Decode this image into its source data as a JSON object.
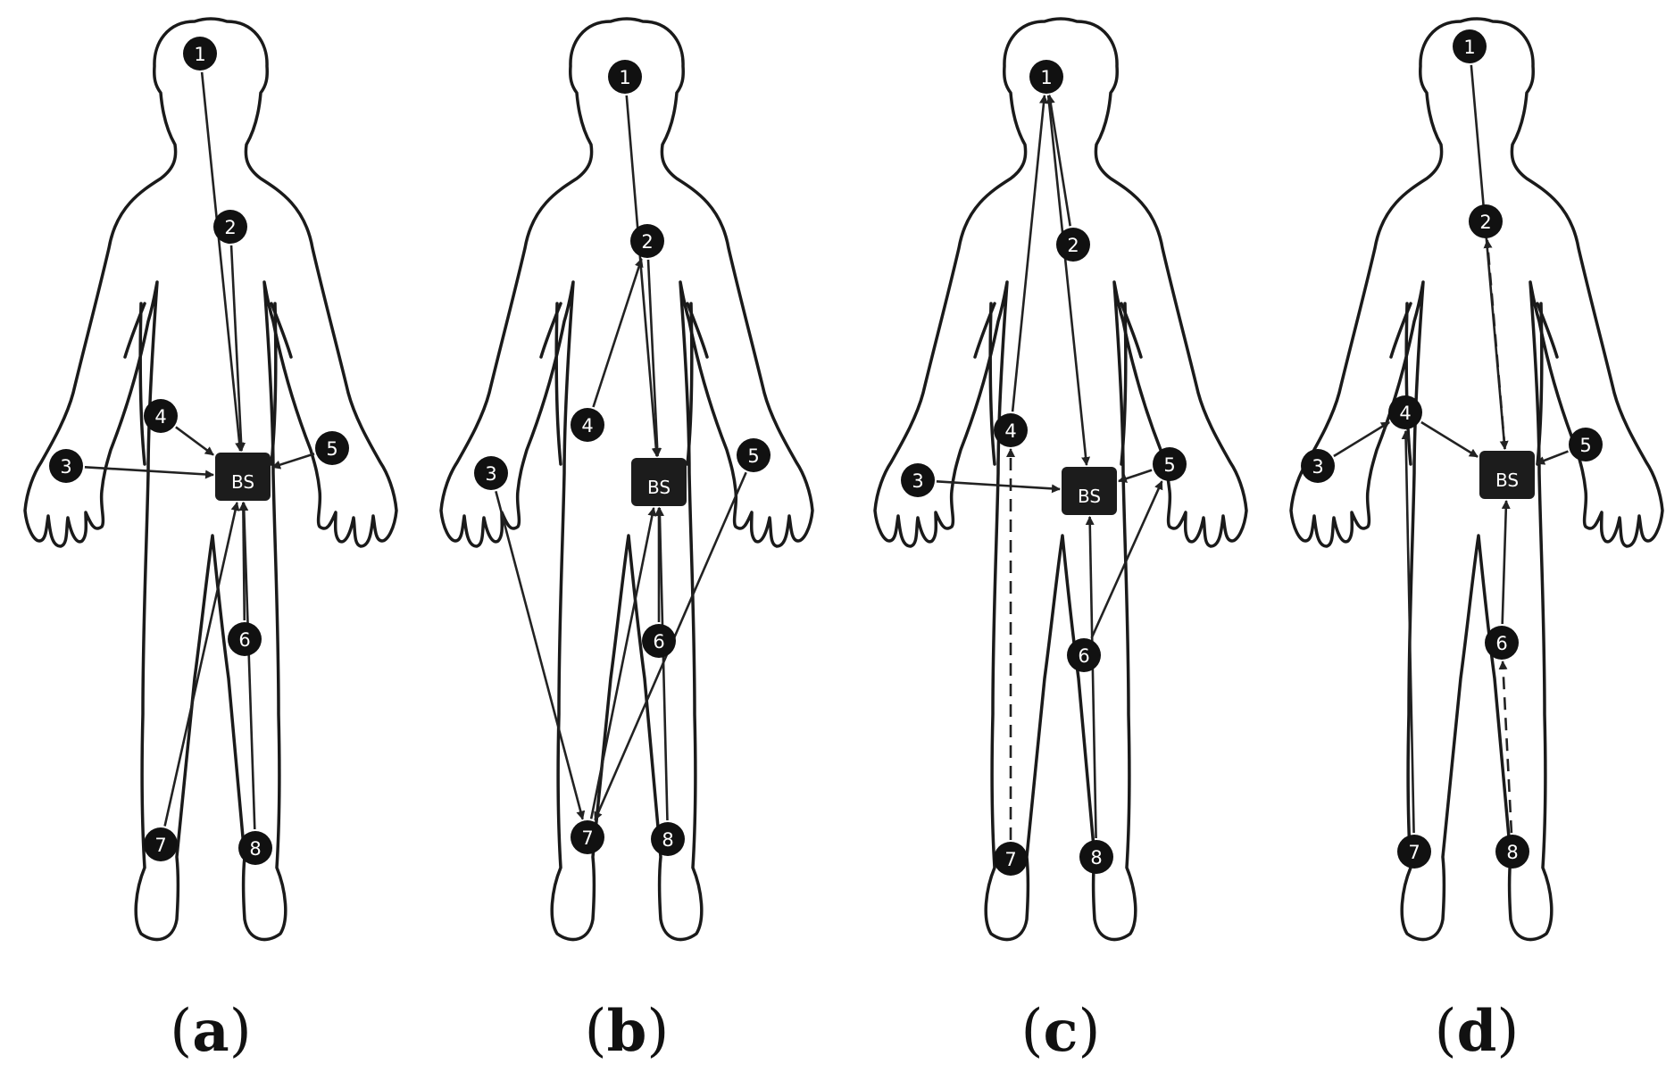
{
  "bs_label": "BS",
  "colors": {
    "node_fill": "#111111",
    "outline": "#1a1a1a",
    "link": "#222222"
  },
  "panels": [
    {
      "caption_open": "(",
      "caption_letter": "a",
      "caption_close": ")",
      "nodes": [
        "1",
        "2",
        "3",
        "4",
        "5",
        "6",
        "7",
        "8"
      ],
      "links": [
        {
          "from": "1",
          "to": "BS",
          "style": "solid"
        },
        {
          "from": "2",
          "to": "BS",
          "style": "solid"
        },
        {
          "from": "3",
          "to": "BS",
          "style": "solid"
        },
        {
          "from": "4",
          "to": "BS",
          "style": "solid"
        },
        {
          "from": "5",
          "to": "BS",
          "style": "solid"
        },
        {
          "from": "6",
          "to": "BS",
          "style": "solid"
        },
        {
          "from": "7",
          "to": "BS",
          "style": "solid"
        },
        {
          "from": "8",
          "to": "BS",
          "style": "solid"
        }
      ]
    },
    {
      "caption_open": "(",
      "caption_letter": "b",
      "caption_close": ")",
      "nodes": [
        "1",
        "2",
        "3",
        "4",
        "5",
        "6",
        "7",
        "8"
      ],
      "links": [
        {
          "from": "1",
          "to": "BS",
          "style": "solid"
        },
        {
          "from": "2",
          "to": "BS",
          "style": "solid"
        },
        {
          "from": "4",
          "to": "2",
          "style": "solid"
        },
        {
          "from": "3",
          "to": "7",
          "style": "solid"
        },
        {
          "from": "5",
          "to": "7",
          "style": "solid"
        },
        {
          "from": "7",
          "to": "BS",
          "style": "solid"
        },
        {
          "from": "6",
          "to": "BS",
          "style": "solid"
        },
        {
          "from": "8",
          "to": "BS",
          "style": "solid"
        }
      ]
    },
    {
      "caption_open": "(",
      "caption_letter": "c",
      "caption_close": ")",
      "nodes": [
        "1",
        "2",
        "3",
        "4",
        "5",
        "6",
        "7",
        "8"
      ],
      "links": [
        {
          "from": "2",
          "to": "1",
          "style": "solid"
        },
        {
          "from": "4",
          "to": "1",
          "style": "solid"
        },
        {
          "from": "7",
          "to": "4",
          "style": "dashed"
        },
        {
          "from": "1",
          "to": "BS",
          "style": "solid"
        },
        {
          "from": "3",
          "to": "BS",
          "style": "solid"
        },
        {
          "from": "5",
          "to": "BS",
          "style": "solid"
        },
        {
          "from": "6",
          "to": "5",
          "style": "solid"
        },
        {
          "from": "8",
          "to": "BS",
          "style": "solid"
        }
      ]
    },
    {
      "caption_open": "(",
      "caption_letter": "d",
      "caption_close": ")",
      "nodes": [
        "1",
        "2",
        "3",
        "4",
        "5",
        "6",
        "7",
        "8"
      ],
      "links": [
        {
          "from": "1",
          "to": "BS",
          "style": "solid"
        },
        {
          "from": "BS",
          "to": "2",
          "style": "dashed"
        },
        {
          "from": "3",
          "to": "4",
          "style": "solid"
        },
        {
          "from": "7",
          "to": "4",
          "style": "solid"
        },
        {
          "from": "4",
          "to": "BS",
          "style": "solid"
        },
        {
          "from": "5",
          "to": "BS",
          "style": "solid"
        },
        {
          "from": "6",
          "to": "BS",
          "style": "solid"
        },
        {
          "from": "8",
          "to": "6",
          "style": "dashed"
        }
      ]
    }
  ]
}
